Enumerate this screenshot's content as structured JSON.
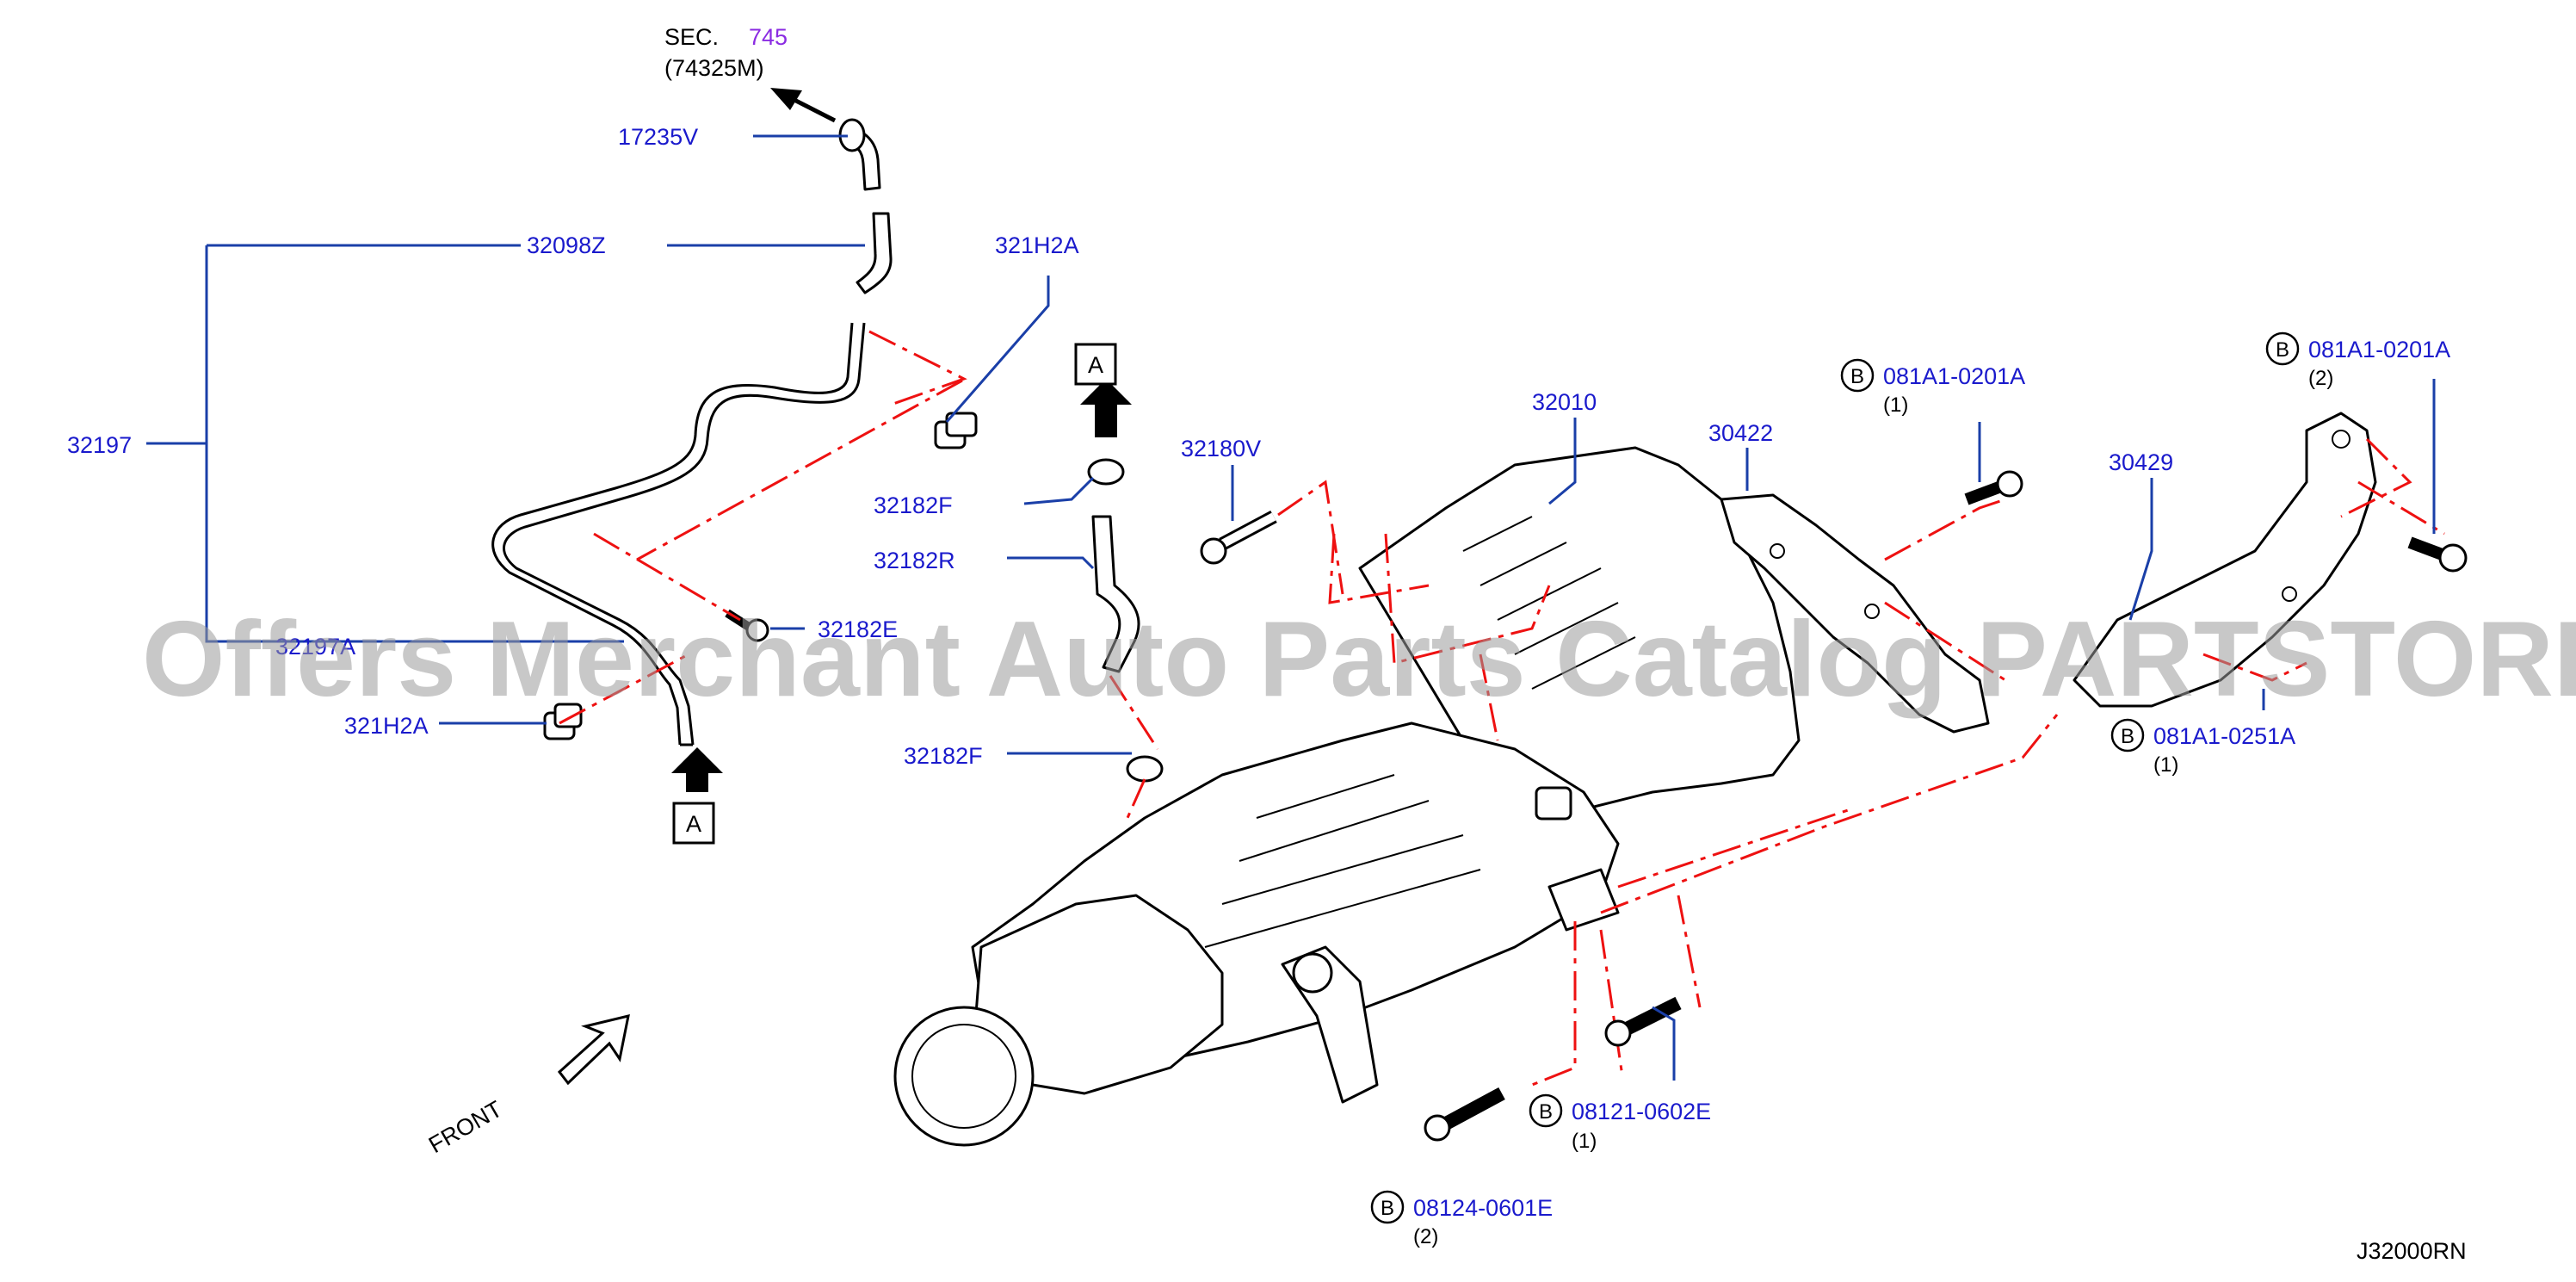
{
  "watermark": "Offers Merchant Auto Parts Catalog PARTSTORE.SA",
  "diagram_code": "J32000RN",
  "front_label": "FRONT",
  "sec_ref": {
    "prefix": "SEC.",
    "number": "745",
    "sub": "(74325M)"
  },
  "callout_a": "A",
  "callout_b": "B",
  "parts": {
    "p17235V": "17235V",
    "p32098Z": "32098Z",
    "p32197": "32197",
    "p321H2A_top": "321H2A",
    "p321H2A_bottom": "321H2A",
    "p321H2A_hidden": "32197A",
    "p32182E": "32182E",
    "p32182F_top": "32182F",
    "p32182R": "32182R",
    "p32182F_bottom": "32182F",
    "p32180V": "32180V",
    "p32010": "32010",
    "p30422": "30422",
    "p30429": "30429"
  },
  "bolts": {
    "b1": {
      "code": "081A1-0201A",
      "qty": "(1)"
    },
    "b2": {
      "code": "081A1-0201A",
      "qty": "(2)"
    },
    "b3": {
      "code": "081A1-0251A",
      "qty": "(1)"
    },
    "b4": {
      "code": "08121-0602E",
      "qty": "(1)"
    },
    "b5": {
      "code": "08124-0601E",
      "qty": "(2)"
    }
  },
  "colors": {
    "label": "#1a1acc",
    "leader": "#1a3fa8",
    "phantom": "#ee1111",
    "sec_number": "#8a2be2"
  }
}
